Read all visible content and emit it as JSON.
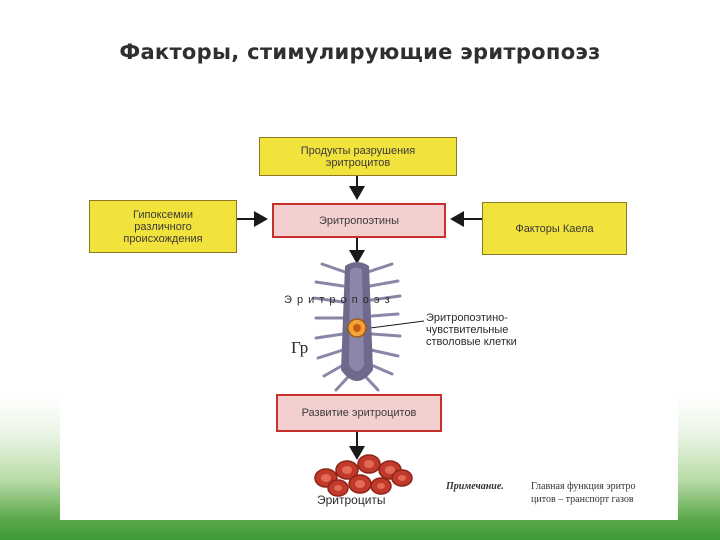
{
  "slide": {
    "title": "Факторы, стимулирующие эритропоэз"
  },
  "diagram": {
    "box_products_line1": "Продукты разрушения",
    "box_products_line2": "эритроцитов",
    "box_hypoxemia_line1": "Гипоксемии",
    "box_hypoxemia_line2": "различного",
    "box_hypoxemia_line3": "происхождения",
    "box_erythropoietins": "Эритропоэтины",
    "box_kael_factors": "Факторы Каела",
    "erythropoiesis_label": "Э р и т р о п о э з",
    "stem_label_line1": "Эритропоэтино-",
    "stem_label_line2": "чувствительные",
    "stem_label_line3": "стволовые клетки",
    "gr_label": "Гр",
    "box_development": "Развитие эритроцитов",
    "erythrocytes_label": "Эритроциты",
    "note_heading": "Примечание.",
    "note_line1": "Главная функция эритро",
    "note_line2": "цитов – транспорт газов"
  },
  "colors": {
    "yellow_box": "#f2e23c",
    "pink_box": "#f4cfcf",
    "pink_border": "#c8302c",
    "stem": "#6f6a8c",
    "erythrocyte": "#c0392b",
    "footer_green": "#3e9a35"
  }
}
